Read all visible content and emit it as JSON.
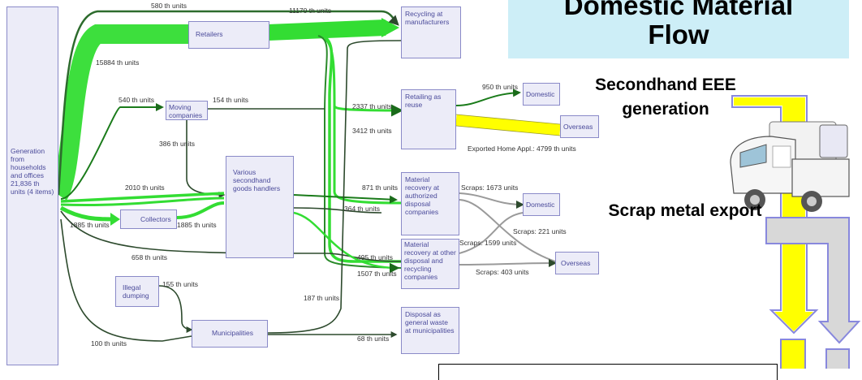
{
  "boxes": {
    "generation": "Generation from households and offices 21,836 th units (4 items)",
    "retailers": "Retailers",
    "recycling_manufacturers": "Recycling at manufacturers",
    "moving_companies": "Moving companies",
    "retailing_reuse": "Retailing as reuse",
    "domestic_1": "Domestic",
    "overseas_1": "Overseas",
    "various_handlers": "Various secondhand goods handlers",
    "collectors": "Collectors",
    "material_recovery_authorized": "Material recovery at authorized disposal companies",
    "domestic_2": "Domestic",
    "material_recovery_other": "Material recovery at other disposal and recycling companies",
    "overseas_2": "Overseas",
    "illegal_dumping": "Illegal dumping",
    "municipalities": "Municipalities",
    "disposal_general": "Disposal as general waste at municipalities"
  },
  "flow_labels": {
    "f580": "580 th units",
    "f11170": "11170 th units",
    "f15884": "15884 th units",
    "f540": "540 th units",
    "f154": "154 th units",
    "f950": "950 th units",
    "f2337": "2337 th units",
    "f3412": "3412 th units",
    "f386": "386 th units",
    "exported": "Exported Home Appl.: 4799 th units",
    "f2010": "2010 th units",
    "f871": "871 th units",
    "scraps1673": "Scraps: 1673 units",
    "f364": "364 th units",
    "f1885a": "1885 th units",
    "f1885b": "1885 th units",
    "scraps221": "Scraps: 221 units",
    "scraps1599": "Scraps: 1599 units",
    "f658": "658 th units",
    "f495": "495 th units",
    "f1507": "1507 th units",
    "scraps403": "Scraps: 403 units",
    "f155": "155 th units",
    "f187": "187 th units",
    "f100": "100 th units",
    "f68": "68 th units"
  },
  "title": {
    "line1": "Domestic Material",
    "line2": "Flow"
  },
  "legend": {
    "secondhand": "Secondhand EEE generation",
    "scrap": "Scrap metal export"
  },
  "colors": {
    "flow_green": "#33dd33",
    "flow_dark": "#2d5a2d",
    "export_yellow": "#ffff00",
    "scrap_gray": "#d8d8d8",
    "box_fill": "#ececf8",
    "box_border": "#8a8ac8",
    "title_bg": "#cdeef7"
  }
}
